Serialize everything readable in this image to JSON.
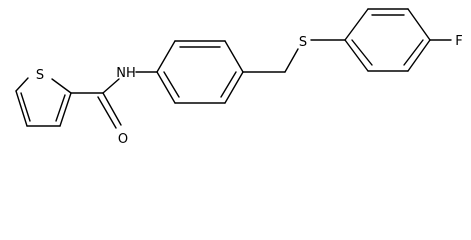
{
  "atoms": {
    "thiophene_sulfur": "S",
    "amide_nitrogen": "NH",
    "carbonyl_oxygen": "O",
    "thioether_sulfur": "S",
    "fluorine": "F"
  }
}
